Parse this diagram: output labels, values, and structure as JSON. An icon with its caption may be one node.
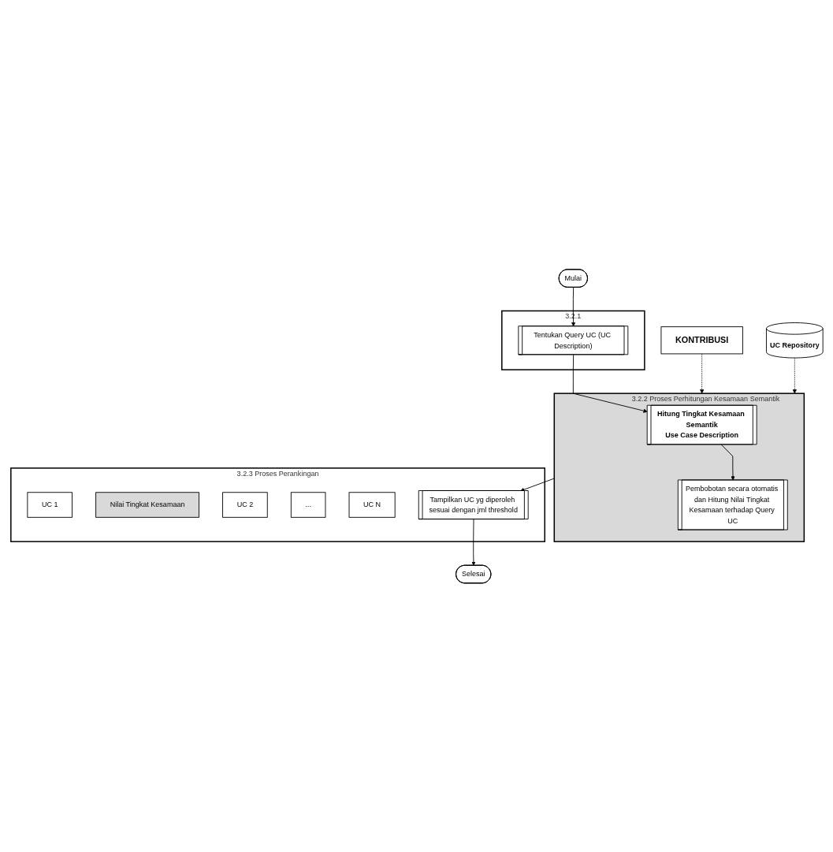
{
  "diagram": {
    "nodes": [
      {
        "text": [
          "Mulai"
        ]
      },
      {
        "text": [
          "3.2.1"
        ]
      },
      {
        "text": [
          "Tentukan Query UC (UC Description)"
        ],
        "in": 1
      },
      {
        "text": [
          "KONTRIBUSI"
        ]
      },
      {
        "text": [
          "3.2.2",
          "Proses Perhitungan Kesamaan Semantik"
        ]
      },
      {
        "text": [
          "Hitung Tingkat Kesamaan Semantik",
          "Use Case Description"
        ],
        "in": 4
      },
      {
        "text": [
          "Pembobotan secara otomatis dan Hitung Nilai Tingkat Kesamaan terhadap Query UC"
        ],
        "in": 4
      },
      {
        "text": [
          "UC Repository"
        ]
      },
      {
        "text": [
          "3.2.3",
          "Proses Perankingan"
        ]
      },
      {
        "text": [
          "UC 1"
        ],
        "in": 8
      },
      {
        "text": [
          "Nilai Tingkat Kesamaan"
        ],
        "in": 8
      },
      {
        "text": [
          "UC 2"
        ],
        "in": 8
      },
      {
        "text": [
          "..."
        ],
        "in": 8
      },
      {
        "text": [
          "UC N"
        ],
        "in": 8
      },
      {
        "text": [
          "Tampilkan UC yg diperoleh sesuai dengan jml threshold"
        ],
        "in": 8
      },
      {
        "text": [
          "Selesai"
        ]
      }
    ],
    "edges": [
      {
        "from": 0,
        "to": 2,
        "arrow": "to"
      },
      {
        "from": 2,
        "to": 5,
        "arrow": "to"
      },
      {
        "from": 3,
        "to": 4,
        "arrow": "to",
        "style": "dashed"
      },
      {
        "from": 7,
        "to": 4,
        "arrow": "to",
        "style": "dashed"
      },
      {
        "from": 5,
        "to": 6,
        "arrow": "to"
      },
      {
        "from": 4,
        "to": 14,
        "arrow": "to"
      },
      {
        "from": 14,
        "to": 15,
        "arrow": "to"
      }
    ]
  }
}
